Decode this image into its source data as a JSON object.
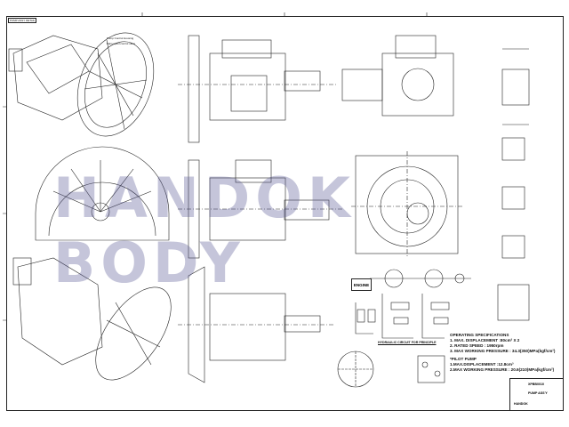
{
  "drawing": {
    "watermark": "HANDOK BODY",
    "top_note": "PUMP ASSY DETAIL",
    "callouts": [
      "Pump Control Housing",
      "Main spool control valve"
    ],
    "engine_label": "ENGINE",
    "circuit_title": "HYDRAULIC CIRCUIT FOR PRINCIPLE",
    "specs": {
      "heading": "OPERATING SPECIFICATIONS",
      "lines": [
        "1. MAX. DISPLACEMENT :80cm³ X 2",
        "2. RATED SPEED : 1950rpm",
        "3. MAX WORKING PRESSURE : 34.3(350)MPa(kgf/cm²)"
      ],
      "pilot_heading": "*PILOT PUMP",
      "pilot_lines": [
        "1.MAX.DISPLACEMENT :12.8cm³",
        "2.MAX WORKING PRESSURE : 20.6(210)MPa(kgf/cm²)"
      ]
    },
    "title_block": {
      "drawing_no": "XPBB0010",
      "title": "PUMP ASS'Y",
      "company": "HANDOK"
    }
  }
}
